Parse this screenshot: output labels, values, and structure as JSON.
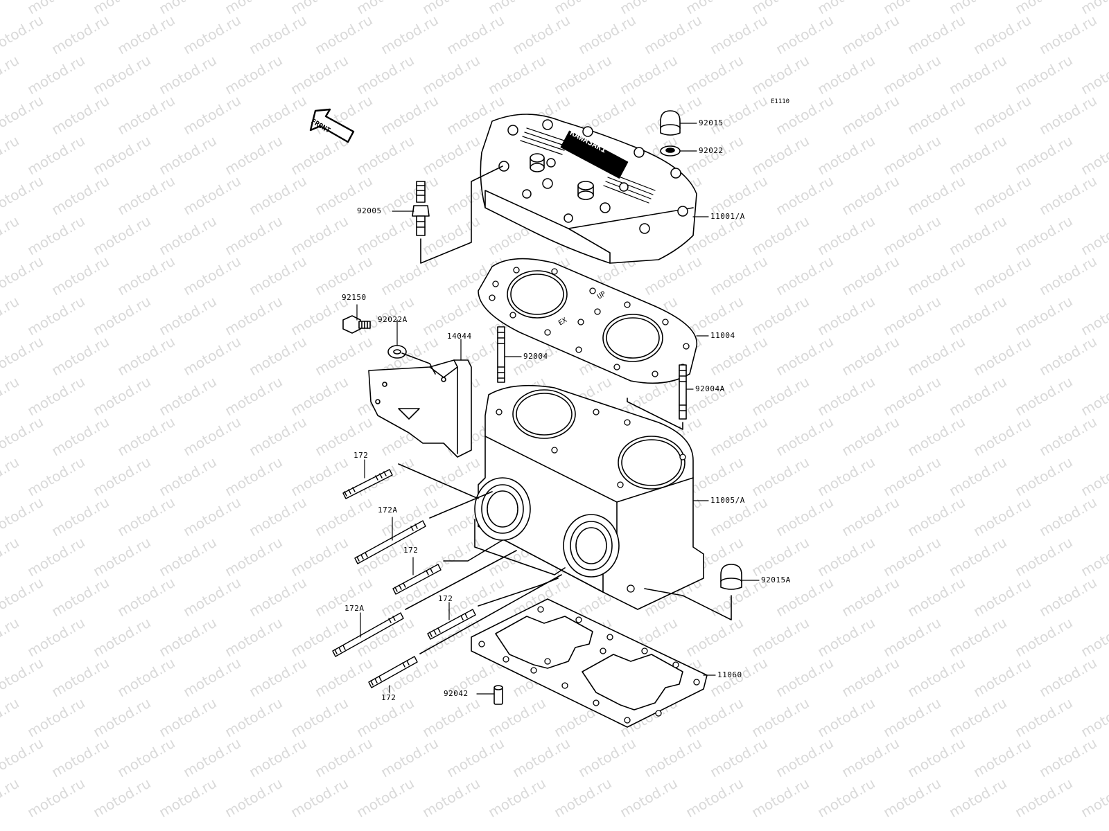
{
  "diagram": {
    "code": "E1110",
    "front_label": "FRONT",
    "watermark": "motod.ru",
    "callouts": {
      "p92015": "92015",
      "p92022": "92022",
      "p92005": "92005",
      "p11001A": "11001/A",
      "p92150": "92150",
      "p92022A": "92022A",
      "p14044": "14044",
      "p11004": "11004",
      "p92004": "92004",
      "p92004A": "92004A",
      "p172_a": "172",
      "p172A_a": "172A",
      "p172_b": "172",
      "p11005A": "11005/A",
      "p92015A": "92015A",
      "p172A_b": "172A",
      "p172_c": "172",
      "p11060": "11060",
      "p92042": "92042",
      "p172_d": "172"
    },
    "head_logo": "KAWASAKI",
    "gasket_marks": {
      "up": "UP",
      "ex": "EX"
    }
  }
}
